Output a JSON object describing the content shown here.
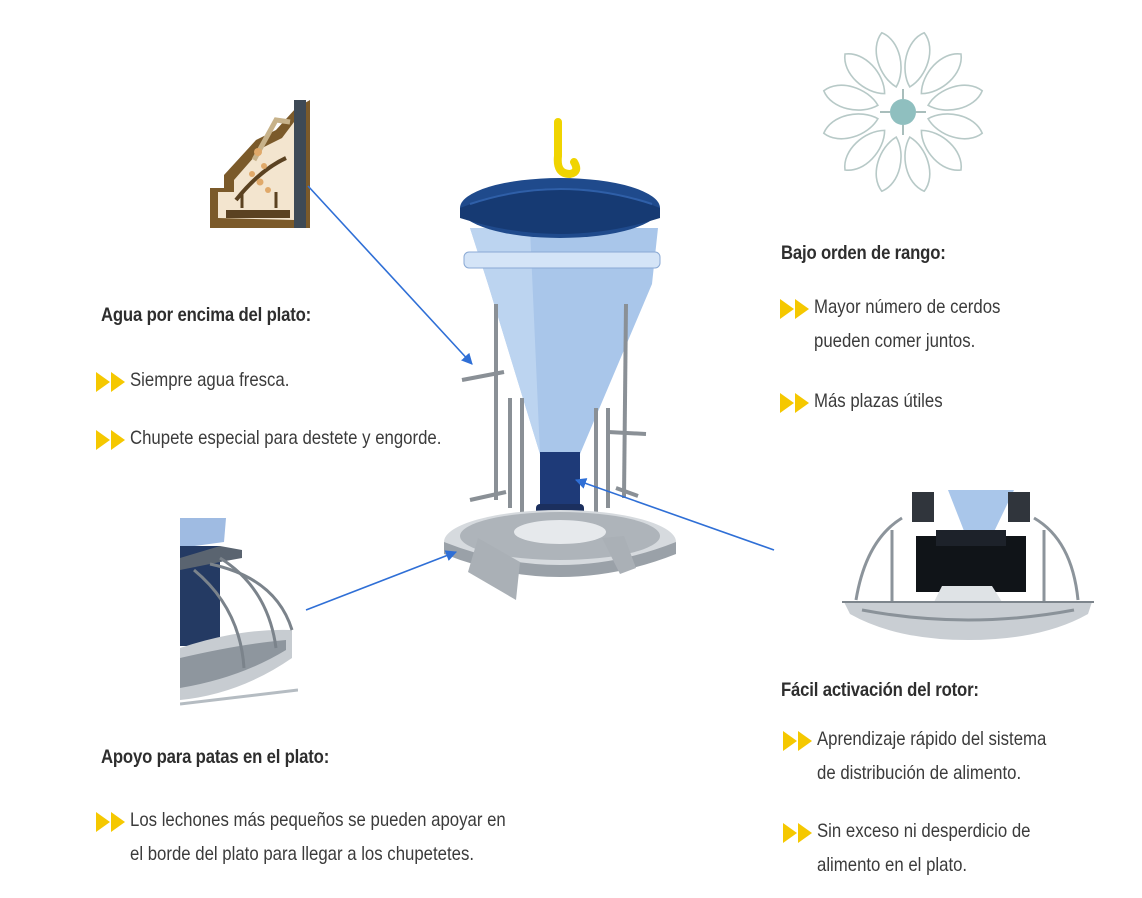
{
  "sections": {
    "water": {
      "heading": "Agua por encima del plato:",
      "items": [
        {
          "lines": [
            "Siempre agua fresca."
          ]
        },
        {
          "lines": [
            "Chupete especial para destete y engorde."
          ]
        }
      ]
    },
    "legs": {
      "heading": "Apoyo para patas en el plato:",
      "items": [
        {
          "lines": [
            "Los lechones más pequeños se pueden apoyar en",
            "el borde del plato para llegar a los chupetetes."
          ]
        }
      ]
    },
    "rank": {
      "heading": "Bajo orden de rango:",
      "items": [
        {
          "lines": [
            "Mayor número de cerdos",
            "pueden comer juntos."
          ]
        },
        {
          "lines": [
            "Más plazas útiles"
          ]
        }
      ]
    },
    "rotor": {
      "heading": "Fácil activación del rotor:",
      "items": [
        {
          "lines": [
            "Aprendizaje rápido del sistema",
            "de distribución de alimento."
          ]
        },
        {
          "lines": [
            "Sin exceso ni desperdicio de",
            "alimento en el plato."
          ]
        }
      ]
    }
  },
  "colors": {
    "bullet": "#f5c800",
    "arrow": "#2f6fd6",
    "lid": "#1f4a8c",
    "hopper": "#a9c6ea",
    "steel": "#b9bfc5",
    "outline": "#b7c9c7",
    "hub": "#8fbfbf"
  },
  "icons": {
    "bullet": "double-chevron-right-icon",
    "arrow": "arrow-pointer"
  }
}
